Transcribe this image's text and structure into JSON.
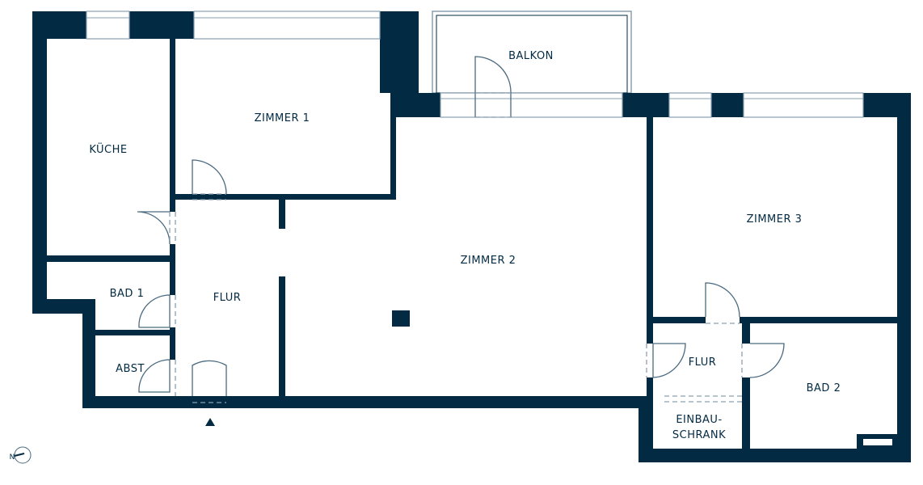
{
  "plan": {
    "rooms": {
      "kueche": "KÜCHE",
      "zimmer1": "ZIMMER 1",
      "balkon": "BALKON",
      "zimmer2": "ZIMMER 2",
      "zimmer3": "ZIMMER 3",
      "bad1": "BAD 1",
      "flur1": "FLUR",
      "abst": "ABST",
      "flur2": "FLUR",
      "bad2": "BAD 2",
      "einbau_line1": "EINBAU-",
      "einbau_line2": "SCHRANK"
    },
    "compass_label": "N",
    "wall_color": "#022a43"
  }
}
